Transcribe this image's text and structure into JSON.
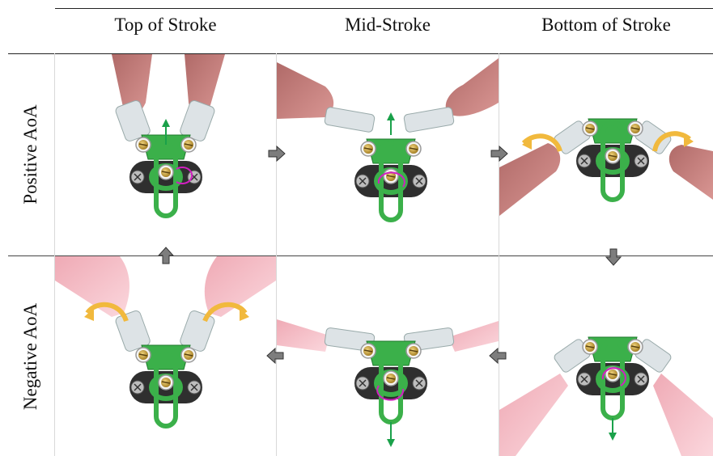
{
  "columns": [
    "Top of Stroke",
    "Mid-Stroke",
    "Bottom of Stroke"
  ],
  "rows": [
    "Positive AoA",
    "Negative AoA"
  ],
  "colors": {
    "finger_positive": "#c47e7b",
    "finger_negative": "#f1b9c2",
    "mechanism_green": "#3bb04a",
    "brass": "#c9a227",
    "plate_dark": "#2d2d2d",
    "arrow_green": "#1aa14a",
    "rotation_magenta": "#d11fc0",
    "flip_yellow": "#f1b93d",
    "sequence_gray": "#7d7d7d"
  }
}
